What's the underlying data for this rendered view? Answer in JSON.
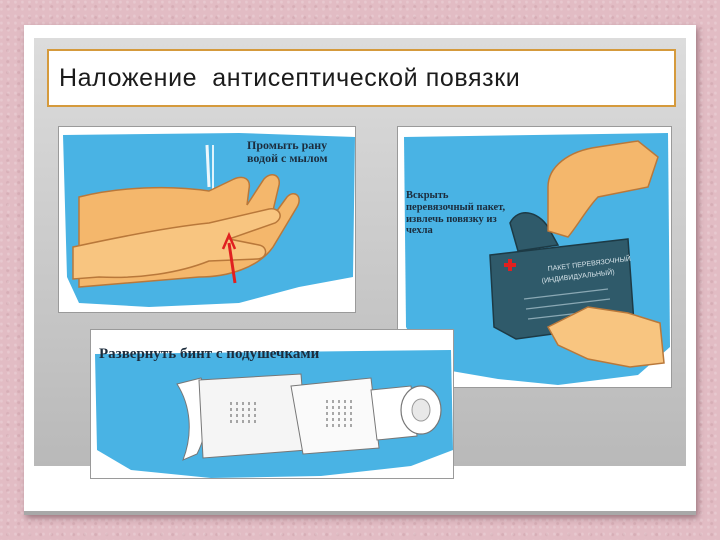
{
  "slide": {
    "title": "Наложение  антисептической повязки",
    "panels": [
      {
        "caption": "Промыть рану водой с мылом"
      },
      {
        "caption": "Вскрыть перевязочный пакет, извлечь повязку из чехла",
        "package_text": "ПАКЕТ ПЕРЕВЯЗОЧНЫЙ (ИНДИВИДУАЛЬНЫЙ)"
      },
      {
        "caption": "Развернуть бинт с подушечками"
      }
    ]
  },
  "colors": {
    "background": "#e2bcc4",
    "title_border": "#d59a3c",
    "water_blue": "#49b3e4",
    "skin": "#f4b76c",
    "package": "#2f5a6a"
  },
  "icons": [
    "hands-washing-illustration",
    "bandage-package-illustration",
    "bandage-roll-illustration"
  ]
}
